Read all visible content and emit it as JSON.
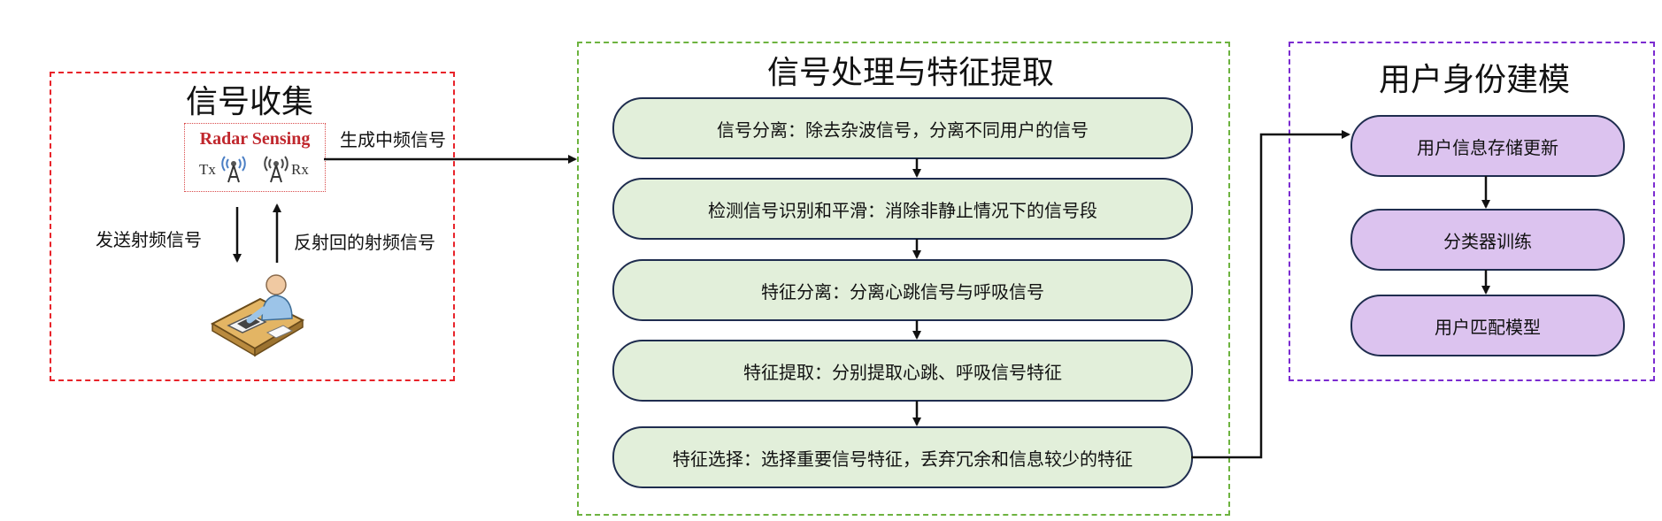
{
  "signal_collection": {
    "title": "信号收集",
    "radar_title": "Radar Sensing",
    "tx_label": "Tx",
    "rx_label": "Rx",
    "send_label": "发送射频信号",
    "reflect_label": "反射回的射频信号",
    "output_label": "生成中频信号"
  },
  "processing": {
    "title": "信号处理与特征提取",
    "steps": [
      "信号分离：除去杂波信号，分离不同用户的信号",
      "检测信号识别和平滑：消除非静止情况下的信号段",
      "特征分离：分离心跳信号与呼吸信号",
      "特征提取：分别提取心跳、呼吸信号特征",
      "特征选择：选择重要信号特征，丢弃冗余和信息较少的特征"
    ]
  },
  "modeling": {
    "title": "用户身份建模",
    "steps": [
      "用户信息存储更新",
      "分类器训练",
      "用户匹配模型"
    ]
  },
  "colors": {
    "collection_border": "#e8232a",
    "processing_border": "#6db33f",
    "modeling_border": "#7b2bd0",
    "green_fill": "#e2efda",
    "purple_fill": "#dcc3ef",
    "pill_border": "#1f2d4f"
  }
}
